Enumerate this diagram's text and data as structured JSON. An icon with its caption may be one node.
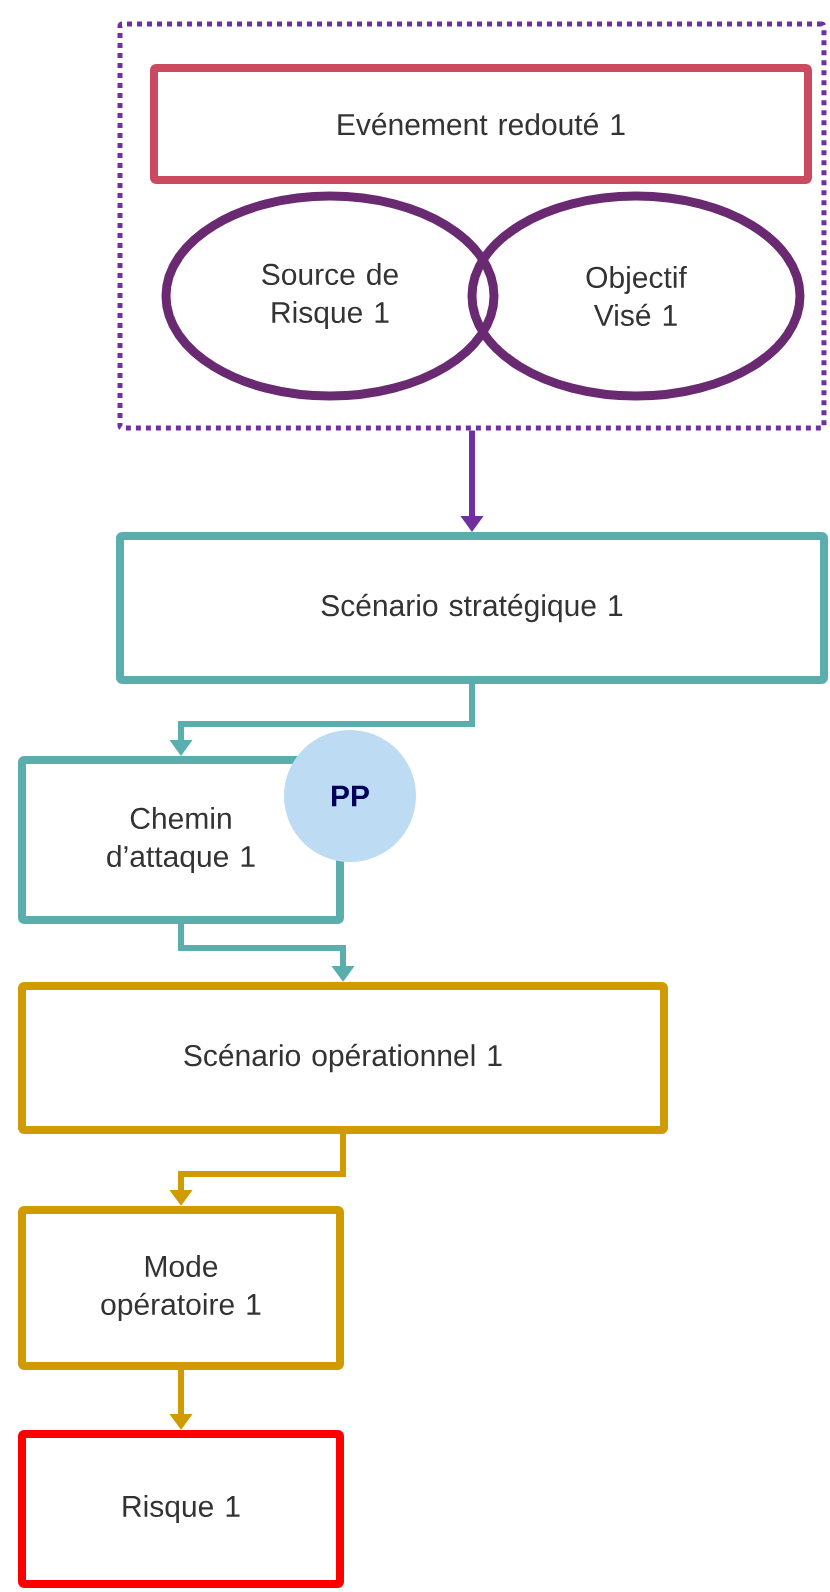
{
  "diagram": {
    "nodes": [
      {
        "text": [],
        "shape": "box"
      },
      {
        "text": [
          "Evénement redouté 1"
        ],
        "in": 0
      },
      {
        "text": [
          "Source de Risque 1"
        ],
        "in": 0
      },
      {
        "text": [
          "Objectif Visé 1"
        ],
        "in": 0
      },
      {
        "text": [
          "Scénario stratégique 1"
        ]
      },
      {
        "text": [
          "Chemin d’attaque 1"
        ]
      },
      {
        "text": [
          "PP"
        ]
      },
      {
        "text": [
          "Scénario opérationnel 1"
        ]
      },
      {
        "text": [
          "Mode opératoire 1"
        ]
      },
      {
        "text": [
          "Risque 1"
        ]
      }
    ],
    "edges": [
      {
        "from": 0,
        "to": 4,
        "arrow": "to",
        "color": "#7030a0"
      },
      {
        "from": 4,
        "to": 5,
        "arrow": "to",
        "color": "#5aaeae"
      },
      {
        "from": 5,
        "to": 7,
        "arrow": "to",
        "color": "#5aaeae"
      },
      {
        "from": 7,
        "to": 8,
        "arrow": "to",
        "color": "#cf9b00"
      },
      {
        "from": 8,
        "to": 9,
        "arrow": "to",
        "color": "#cf9b00"
      }
    ]
  }
}
